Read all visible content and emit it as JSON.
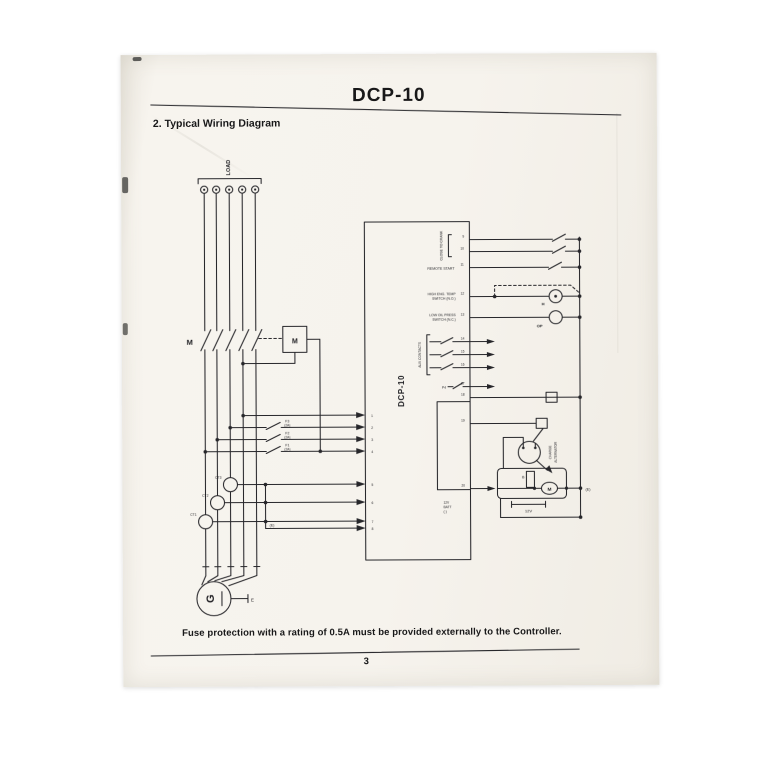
{
  "page": {
    "title": "DCP-10",
    "section_heading": "2. Typical Wiring Diagram",
    "footer_note": "Fuse protection with a rating of 0.5A must be provided externally to the Controller.",
    "page_number": "3"
  },
  "colors": {
    "paper": "#f6f3ed",
    "ink": "#26262a"
  },
  "diagram": {
    "load_label": "LOAD",
    "contactor_label": "M",
    "contactor_coil_label": "M",
    "controller_label": "DCP-10",
    "generator_label": "G",
    "generator_earth_label": "E",
    "fuses": [
      {
        "name": "F3",
        "rating": "(2A)"
      },
      {
        "name": "F2",
        "rating": "(2A)"
      },
      {
        "name": "F1",
        "rating": "(2A)"
      }
    ],
    "current_transformers": [
      "CT3",
      "CT2",
      "CT1"
    ],
    "ct_earth_label": "(E)",
    "right_side": {
      "crank_label": "CLOSE TO CRANK",
      "remote_start_label": "REMOTE START",
      "temp_switch_line1": "HIGH ENG. TEMP",
      "temp_switch_line2": "SWITCH (N.O.)",
      "oil_switch_line1": "LOW OIL PRESS",
      "oil_switch_line2": "SWITCH (N.C.)",
      "aux_contacts_label": "AUX CONTACTS",
      "p4_label": "P4",
      "temp_sender_label": "H",
      "oil_sender_label": "OP",
      "charge_alt_line1": "CHARGE",
      "charge_alt_line2": "ALTERNATOR",
      "battery_label": "B",
      "starter_motor_label": "M",
      "battery_voltage_label": "12V",
      "earth_label": "(E)",
      "inner_stack": [
        "12V",
        "BATT",
        "(-)"
      ]
    },
    "terminal_numbers": {
      "left_upper": [
        "1",
        "2",
        "3",
        "4"
      ],
      "left_lower": [
        "5",
        "6",
        "7",
        "8"
      ],
      "right": [
        "9",
        "10",
        "11",
        "12",
        "13",
        "14",
        "15",
        "16",
        "17",
        "18",
        "19",
        "20"
      ]
    }
  }
}
